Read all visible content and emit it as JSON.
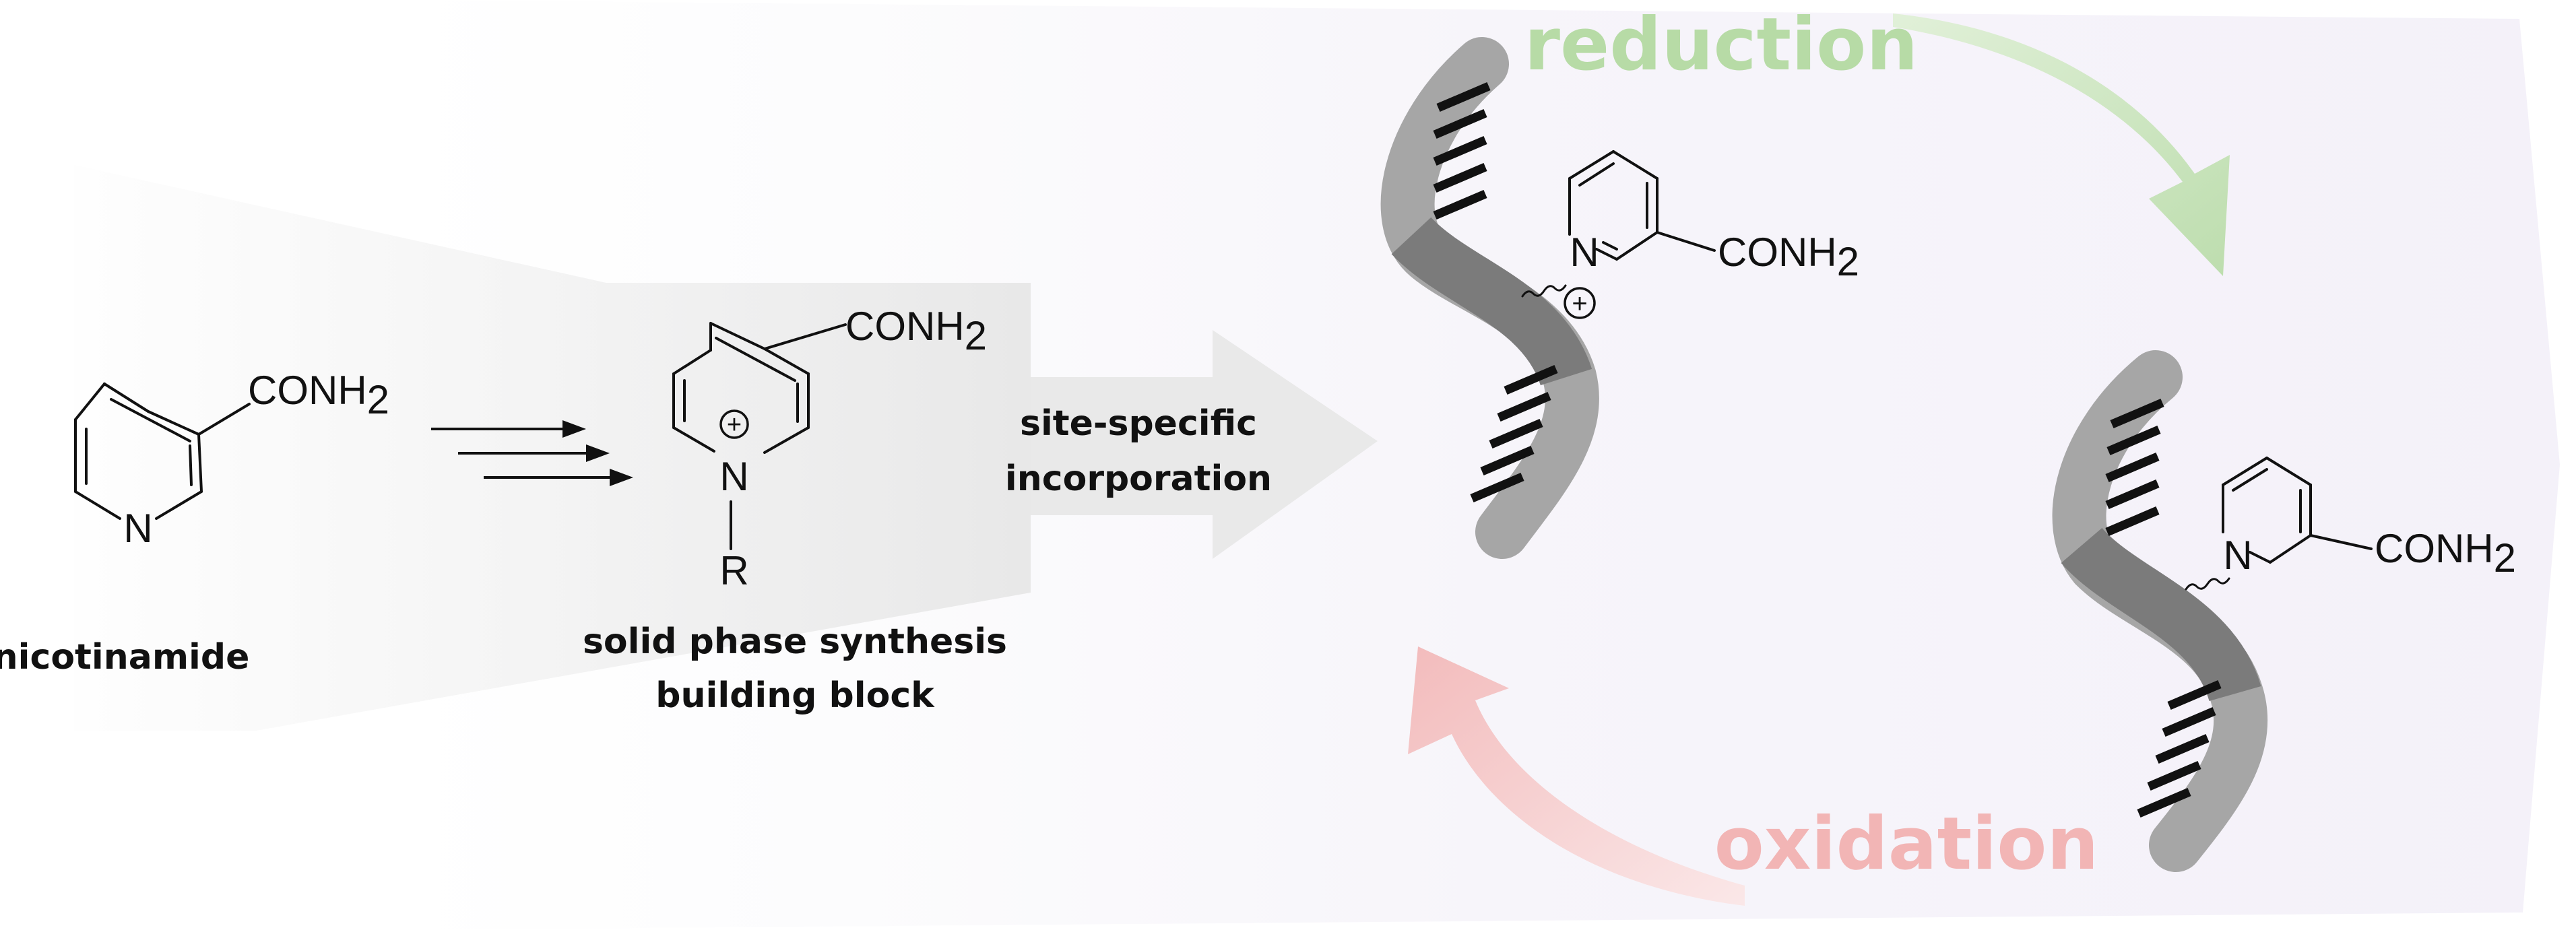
{
  "molecules": {
    "substituent": "CONH",
    "subscript": "2",
    "ring_nitrogen": "N",
    "r_group": "R",
    "charge": "+"
  },
  "labels": {
    "nicotinamide": "nicotinamide",
    "building_block_line1": "solid phase synthesis",
    "building_block_line2": "building block",
    "incorporation_line1": "site-specific",
    "incorporation_line2": "incorporation",
    "reduction": "reduction",
    "oxidation": "oxidation"
  },
  "colors": {
    "reduction": "#b7dba6",
    "oxidation": "#f2b5b5",
    "strand_light": "#a6a6a6",
    "strand_dark": "#7b7b7b",
    "panel": "#ebebeb",
    "cycle_background": "#f5f2fa"
  }
}
